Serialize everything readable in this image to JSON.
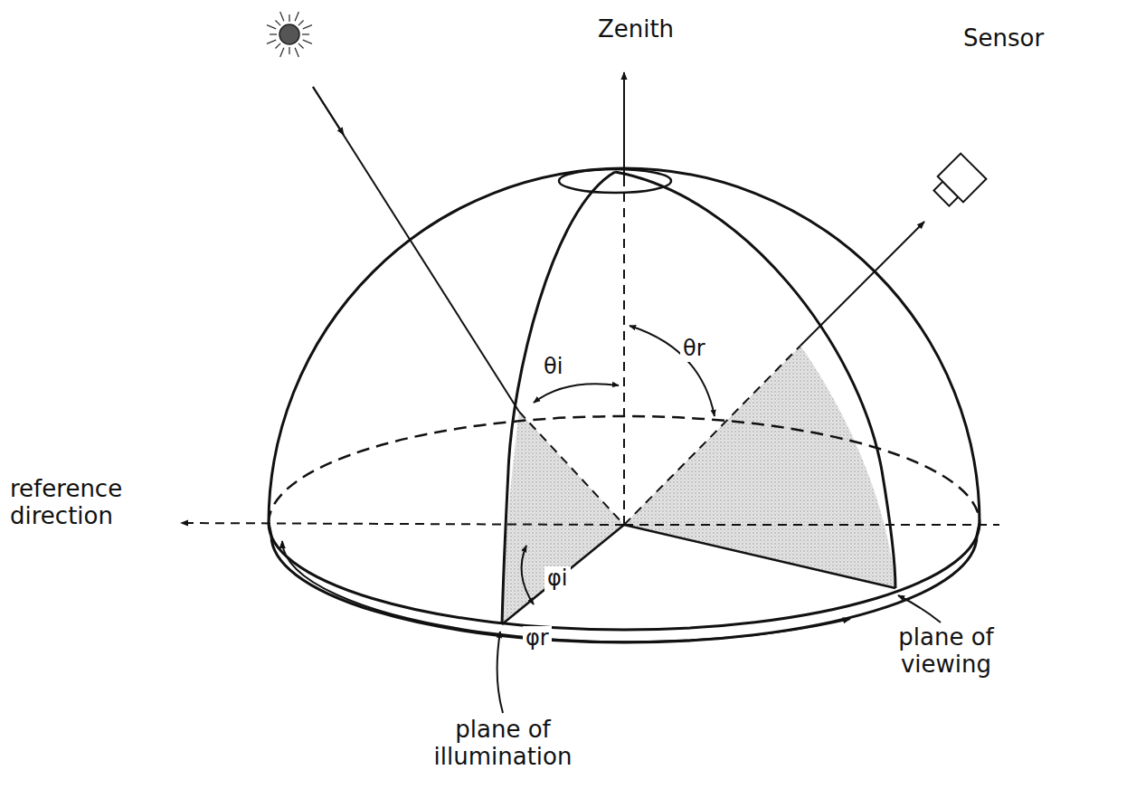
{
  "diagram": {
    "labels": [
      "Zenith",
      "Sensor",
      "θi",
      "θr",
      "reference direction",
      "φi",
      "φr",
      "plane of illumination",
      "plane of viewing"
    ]
  }
}
